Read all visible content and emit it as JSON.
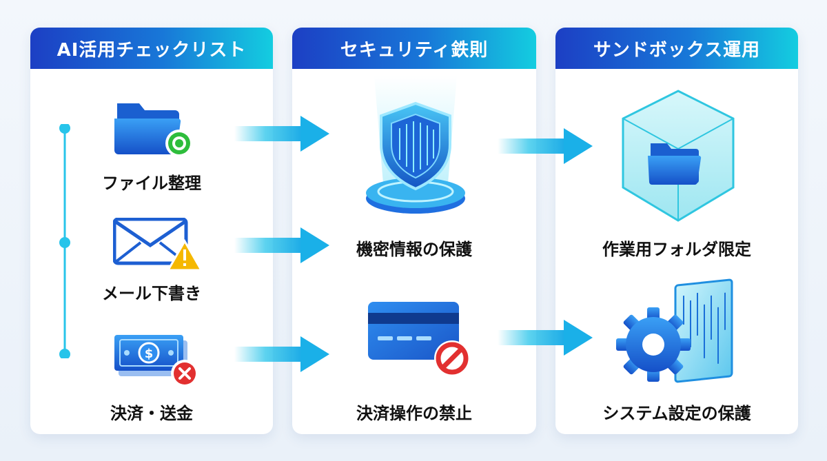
{
  "panels": [
    {
      "title": "AI活用チェックリスト",
      "items": [
        {
          "label": "ファイル整理",
          "icon": "folder-check-icon"
        },
        {
          "label": "メール下書き",
          "icon": "mail-warning-icon"
        },
        {
          "label": "決済・送金",
          "icon": "money-denied-icon"
        }
      ]
    },
    {
      "title": "セキュリティ鉄則",
      "items": [
        {
          "label": "機密情報の保護",
          "icon": "shield-icon"
        },
        {
          "label": "決済操作の禁止",
          "icon": "credit-card-prohibited-icon"
        }
      ]
    },
    {
      "title": "サンドボックス運用",
      "items": [
        {
          "label": "作業用フォルダ限定",
          "icon": "sandbox-cube-folder-icon"
        },
        {
          "label": "システム設定の保護",
          "icon": "gear-screen-icon"
        }
      ]
    }
  ],
  "colors": {
    "header_start": "#1e40c6",
    "header_end": "#12c9de",
    "arrow": "#27c4ea",
    "blue": "#1f6fe0",
    "warning": "#f5b800",
    "danger": "#e23030",
    "success": "#2ebd3c"
  }
}
